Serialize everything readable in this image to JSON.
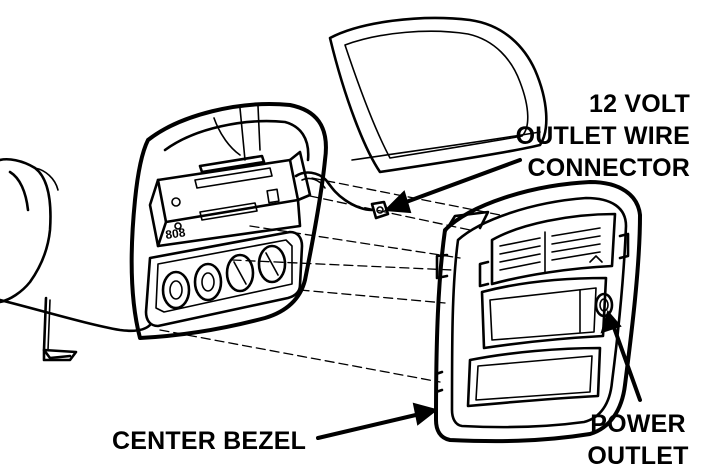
{
  "labels": {
    "connector": [
      "12 VOLT",
      "OUTLET WIRE",
      "CONNECTOR"
    ],
    "bezel": "CENTER BEZEL",
    "outlet": [
      "POWER",
      "OUTLET"
    ]
  },
  "radio_display": "808",
  "colors": {
    "ink": "#000000",
    "paper": "#ffffff"
  }
}
